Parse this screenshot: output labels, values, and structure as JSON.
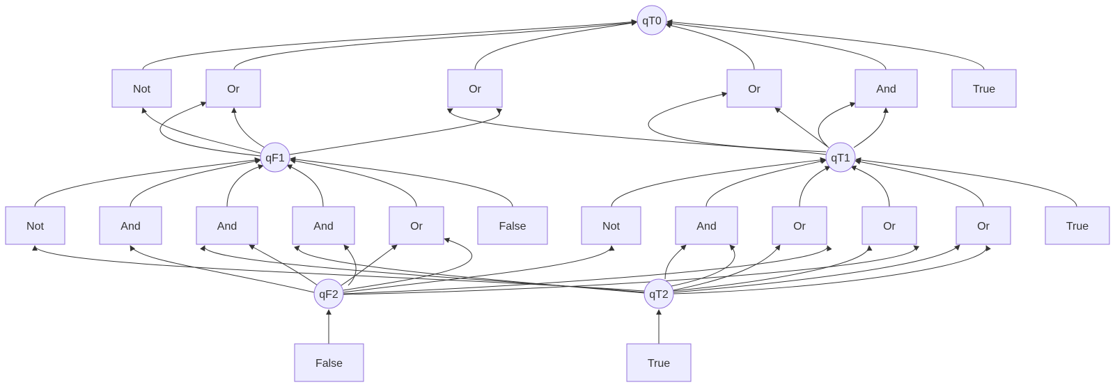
{
  "colors": {
    "node_fill": "#ECECFF",
    "node_stroke": "#9370DB",
    "edge": "#333333",
    "text": "#333333"
  },
  "states": {
    "qT0": {
      "label": "qT0"
    },
    "qF1": {
      "label": "qF1"
    },
    "qT1": {
      "label": "qT1"
    },
    "qF2": {
      "label": "qF2"
    },
    "qT2": {
      "label": "qT2"
    }
  },
  "gates": {
    "g_not_top": "Not",
    "g_or_top1": "Or",
    "g_or_top2": "Or",
    "g_or_top3": "Or",
    "g_and_top": "And",
    "g_true_top": "True",
    "g_not_m1": "Not",
    "g_and_m1": "And",
    "g_and_m2": "And",
    "g_and_m3": "And",
    "g_or_m1": "Or",
    "g_false_m": "False",
    "g_not_m2": "Not",
    "g_and_m4": "And",
    "g_or_m2": "Or",
    "g_or_m3": "Or",
    "g_or_m4": "Or",
    "g_true_m": "True",
    "g_false_bot": "False",
    "g_true_bot": "True"
  }
}
